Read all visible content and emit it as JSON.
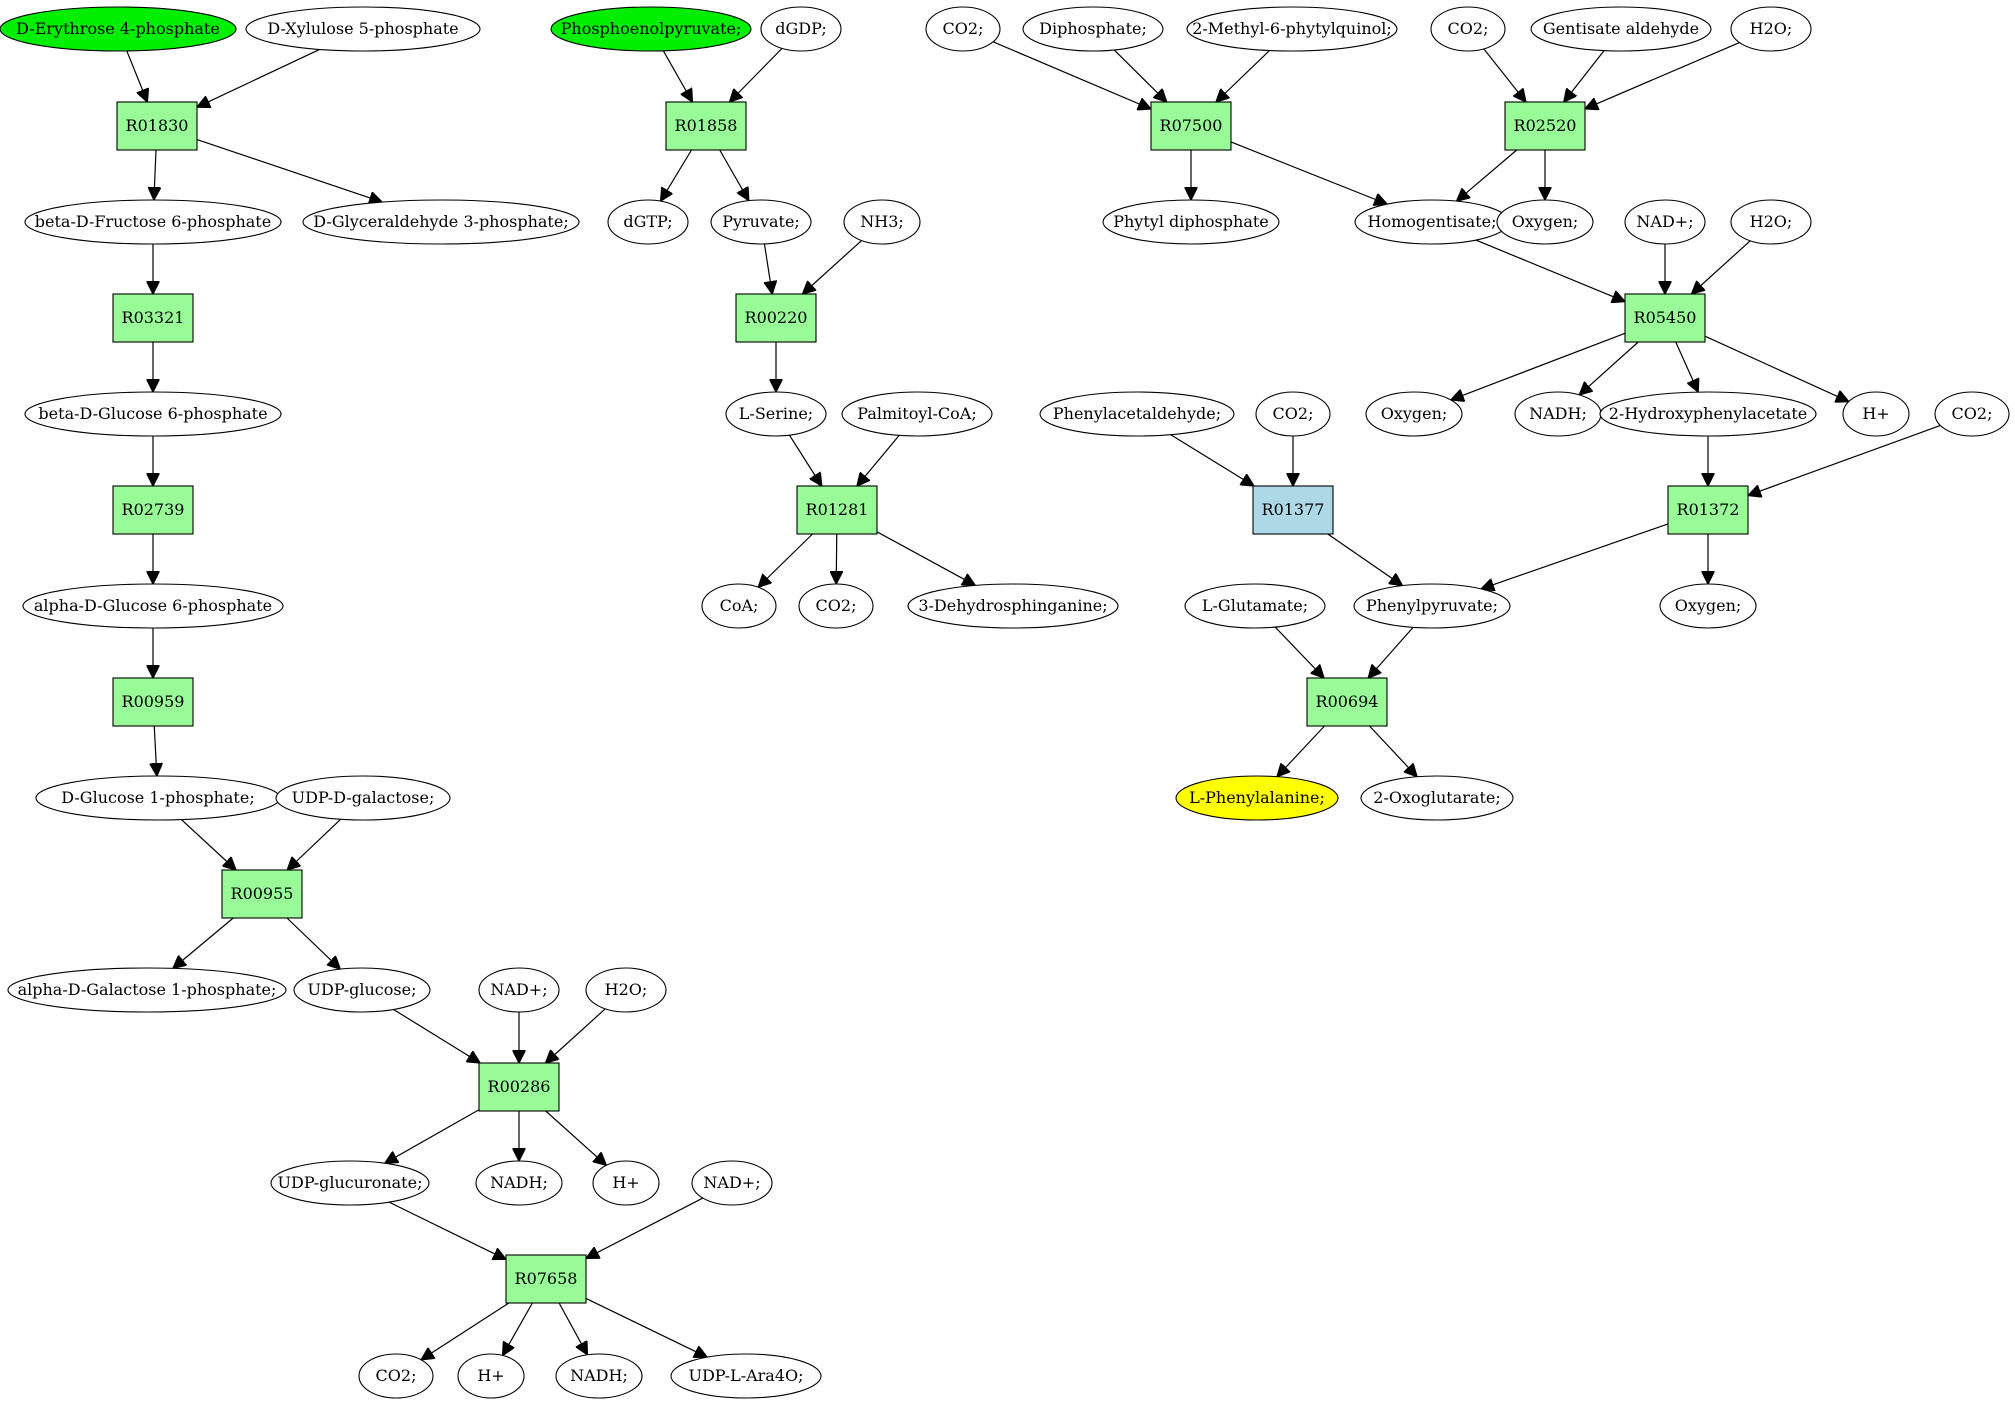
{
  "colors": {
    "source_compound": "#00ee00",
    "target_compound": "#ffff00",
    "compound": "#ffffff",
    "reaction": "#98fb98",
    "reaction_highlight": "#add8e6"
  },
  "nodes": [
    {
      "id": "c_e4p",
      "kind": "compound",
      "label": "D-Erythrose 4-phosphate",
      "role": "source"
    },
    {
      "id": "c_xu5p",
      "kind": "compound",
      "label": "D-Xylulose 5-phosphate"
    },
    {
      "id": "r_r01830",
      "kind": "reaction",
      "label": "R01830"
    },
    {
      "id": "c_bf6p",
      "kind": "compound",
      "label": "beta-D-Fructose 6-phosphate"
    },
    {
      "id": "c_g3p",
      "kind": "compound",
      "label": "D-Glyceraldehyde 3-phosphate;"
    },
    {
      "id": "r_r03321",
      "kind": "reaction",
      "label": "R03321"
    },
    {
      "id": "c_bg6p",
      "kind": "compound",
      "label": "beta-D-Glucose 6-phosphate"
    },
    {
      "id": "r_r02739",
      "kind": "reaction",
      "label": "R02739"
    },
    {
      "id": "c_ag6p",
      "kind": "compound",
      "label": "alpha-D-Glucose 6-phosphate"
    },
    {
      "id": "r_r00959",
      "kind": "reaction",
      "label": "R00959"
    },
    {
      "id": "c_g1p",
      "kind": "compound",
      "label": "D-Glucose 1-phosphate;"
    },
    {
      "id": "c_udpgal",
      "kind": "compound",
      "label": "UDP-D-galactose;"
    },
    {
      "id": "r_r00955",
      "kind": "reaction",
      "label": "R00955"
    },
    {
      "id": "c_agal1p",
      "kind": "compound",
      "label": "alpha-D-Galactose 1-phosphate;"
    },
    {
      "id": "c_udpglc",
      "kind": "compound",
      "label": "UDP-glucose;"
    },
    {
      "id": "c_nad_a",
      "kind": "compound",
      "label": "NAD+;"
    },
    {
      "id": "c_h2o_a",
      "kind": "compound",
      "label": "H2O;"
    },
    {
      "id": "r_r00286",
      "kind": "reaction",
      "label": "R00286"
    },
    {
      "id": "c_udpglcA",
      "kind": "compound",
      "label": "UDP-glucuronate;"
    },
    {
      "id": "c_nadh_a",
      "kind": "compound",
      "label": "NADH;"
    },
    {
      "id": "c_h_a",
      "kind": "compound",
      "label": "H+"
    },
    {
      "id": "c_nad_b",
      "kind": "compound",
      "label": "NAD+;"
    },
    {
      "id": "r_r07658",
      "kind": "reaction",
      "label": "R07658"
    },
    {
      "id": "c_co2_a",
      "kind": "compound",
      "label": "CO2;"
    },
    {
      "id": "c_h_b",
      "kind": "compound",
      "label": "H+"
    },
    {
      "id": "c_nadh_b",
      "kind": "compound",
      "label": "NADH;"
    },
    {
      "id": "c_udpara",
      "kind": "compound",
      "label": "UDP-L-Ara4O;"
    },
    {
      "id": "c_pep",
      "kind": "compound",
      "label": "Phosphoenolpyruvate;",
      "role": "source"
    },
    {
      "id": "c_dgdp",
      "kind": "compound",
      "label": "dGDP;"
    },
    {
      "id": "r_r01858",
      "kind": "reaction",
      "label": "R01858"
    },
    {
      "id": "c_dgtp",
      "kind": "compound",
      "label": "dGTP;"
    },
    {
      "id": "c_pyr",
      "kind": "compound",
      "label": "Pyruvate;"
    },
    {
      "id": "c_nh3",
      "kind": "compound",
      "label": "NH3;"
    },
    {
      "id": "r_r00220",
      "kind": "reaction",
      "label": "R00220"
    },
    {
      "id": "c_lser",
      "kind": "compound",
      "label": "L-Serine;"
    },
    {
      "id": "c_palm",
      "kind": "compound",
      "label": "Palmitoyl-CoA;"
    },
    {
      "id": "r_r01281",
      "kind": "reaction",
      "label": "R01281"
    },
    {
      "id": "c_coa",
      "kind": "compound",
      "label": "CoA;"
    },
    {
      "id": "c_co2_b",
      "kind": "compound",
      "label": "CO2;"
    },
    {
      "id": "c_3dhs",
      "kind": "compound",
      "label": "3-Dehydrosphinganine;"
    },
    {
      "id": "c_co2_c",
      "kind": "compound",
      "label": "CO2;"
    },
    {
      "id": "c_dip",
      "kind": "compound",
      "label": "Diphosphate;"
    },
    {
      "id": "c_2m6p",
      "kind": "compound",
      "label": "2-Methyl-6-phytylquinol;"
    },
    {
      "id": "r_r07500",
      "kind": "reaction",
      "label": "R07500"
    },
    {
      "id": "c_co2_d",
      "kind": "compound",
      "label": "CO2;"
    },
    {
      "id": "c_genald",
      "kind": "compound",
      "label": "Gentisate aldehyde"
    },
    {
      "id": "c_h2o_b",
      "kind": "compound",
      "label": "H2O;"
    },
    {
      "id": "r_r02520",
      "kind": "reaction",
      "label": "R02520"
    },
    {
      "id": "c_phytdp",
      "kind": "compound",
      "label": "Phytyl diphosphate"
    },
    {
      "id": "c_homog",
      "kind": "compound",
      "label": "Homogentisate;"
    },
    {
      "id": "c_oxy_a",
      "kind": "compound",
      "label": "Oxygen;"
    },
    {
      "id": "c_nad_c",
      "kind": "compound",
      "label": "NAD+;"
    },
    {
      "id": "c_h2o_c",
      "kind": "compound",
      "label": "H2O;"
    },
    {
      "id": "r_r05450",
      "kind": "reaction",
      "label": "R05450"
    },
    {
      "id": "c_phacald",
      "kind": "compound",
      "label": "Phenylacetaldehyde;"
    },
    {
      "id": "c_co2_e",
      "kind": "compound",
      "label": "CO2;"
    },
    {
      "id": "c_oxy_b",
      "kind": "compound",
      "label": "Oxygen;"
    },
    {
      "id": "c_nadh_c",
      "kind": "compound",
      "label": "NADH;"
    },
    {
      "id": "c_2hpa",
      "kind": "compound",
      "label": "2-Hydroxyphenylacetate"
    },
    {
      "id": "c_h_c",
      "kind": "compound",
      "label": "H+"
    },
    {
      "id": "c_co2_f",
      "kind": "compound",
      "label": "CO2;"
    },
    {
      "id": "r_r01377",
      "kind": "reaction",
      "label": "R01377",
      "role": "highlight"
    },
    {
      "id": "r_r01372",
      "kind": "reaction",
      "label": "R01372"
    },
    {
      "id": "c_lglu",
      "kind": "compound",
      "label": "L-Glutamate;"
    },
    {
      "id": "c_phpyr",
      "kind": "compound",
      "label": "Phenylpyruvate;"
    },
    {
      "id": "c_oxy_c",
      "kind": "compound",
      "label": "Oxygen;"
    },
    {
      "id": "r_r00694",
      "kind": "reaction",
      "label": "R00694"
    },
    {
      "id": "c_lphe",
      "kind": "compound",
      "label": "L-Phenylalanine;",
      "role": "target"
    },
    {
      "id": "c_2og",
      "kind": "compound",
      "label": "2-Oxoglutarate;"
    }
  ],
  "edges": [
    [
      "c_e4p",
      "r_r01830"
    ],
    [
      "c_xu5p",
      "r_r01830"
    ],
    [
      "r_r01830",
      "c_bf6p"
    ],
    [
      "r_r01830",
      "c_g3p"
    ],
    [
      "c_bf6p",
      "r_r03321"
    ],
    [
      "r_r03321",
      "c_bg6p"
    ],
    [
      "c_bg6p",
      "r_r02739"
    ],
    [
      "r_r02739",
      "c_ag6p"
    ],
    [
      "c_ag6p",
      "r_r00959"
    ],
    [
      "r_r00959",
      "c_g1p"
    ],
    [
      "c_g1p",
      "r_r00955"
    ],
    [
      "c_udpgal",
      "r_r00955"
    ],
    [
      "r_r00955",
      "c_agal1p"
    ],
    [
      "r_r00955",
      "c_udpglc"
    ],
    [
      "c_udpglc",
      "r_r00286"
    ],
    [
      "c_nad_a",
      "r_r00286"
    ],
    [
      "c_h2o_a",
      "r_r00286"
    ],
    [
      "r_r00286",
      "c_udpglcA"
    ],
    [
      "r_r00286",
      "c_nadh_a"
    ],
    [
      "r_r00286",
      "c_h_a"
    ],
    [
      "c_udpglcA",
      "r_r07658"
    ],
    [
      "c_nad_b",
      "r_r07658"
    ],
    [
      "r_r07658",
      "c_co2_a"
    ],
    [
      "r_r07658",
      "c_h_b"
    ],
    [
      "r_r07658",
      "c_nadh_b"
    ],
    [
      "r_r07658",
      "c_udpara"
    ],
    [
      "c_pep",
      "r_r01858"
    ],
    [
      "c_dgdp",
      "r_r01858"
    ],
    [
      "r_r01858",
      "c_dgtp"
    ],
    [
      "r_r01858",
      "c_pyr"
    ],
    [
      "c_pyr",
      "r_r00220"
    ],
    [
      "c_nh3",
      "r_r00220"
    ],
    [
      "r_r00220",
      "c_lser"
    ],
    [
      "c_lser",
      "r_r01281"
    ],
    [
      "c_palm",
      "r_r01281"
    ],
    [
      "r_r01281",
      "c_coa"
    ],
    [
      "r_r01281",
      "c_co2_b"
    ],
    [
      "r_r01281",
      "c_3dhs"
    ],
    [
      "c_co2_c",
      "r_r07500"
    ],
    [
      "c_dip",
      "r_r07500"
    ],
    [
      "c_2m6p",
      "r_r07500"
    ],
    [
      "r_r07500",
      "c_phytdp"
    ],
    [
      "r_r07500",
      "c_homog"
    ],
    [
      "c_co2_d",
      "r_r02520"
    ],
    [
      "c_genald",
      "r_r02520"
    ],
    [
      "c_h2o_b",
      "r_r02520"
    ],
    [
      "r_r02520",
      "c_homog"
    ],
    [
      "r_r02520",
      "c_oxy_a"
    ],
    [
      "c_homog",
      "r_r05450"
    ],
    [
      "c_nad_c",
      "r_r05450"
    ],
    [
      "c_h2o_c",
      "r_r05450"
    ],
    [
      "r_r05450",
      "c_oxy_b"
    ],
    [
      "r_r05450",
      "c_nadh_c"
    ],
    [
      "r_r05450",
      "c_2hpa"
    ],
    [
      "r_r05450",
      "c_h_c"
    ],
    [
      "c_phacald",
      "r_r01377"
    ],
    [
      "c_co2_e",
      "r_r01377"
    ],
    [
      "r_r01377",
      "c_phpyr"
    ],
    [
      "c_2hpa",
      "r_r01372"
    ],
    [
      "c_co2_f",
      "r_r01372"
    ],
    [
      "r_r01372",
      "c_phpyr"
    ],
    [
      "r_r01372",
      "c_oxy_c"
    ],
    [
      "c_lglu",
      "r_r00694"
    ],
    [
      "c_phpyr",
      "r_r00694"
    ],
    [
      "r_r00694",
      "c_lphe"
    ],
    [
      "r_r00694",
      "c_2og"
    ]
  ]
}
